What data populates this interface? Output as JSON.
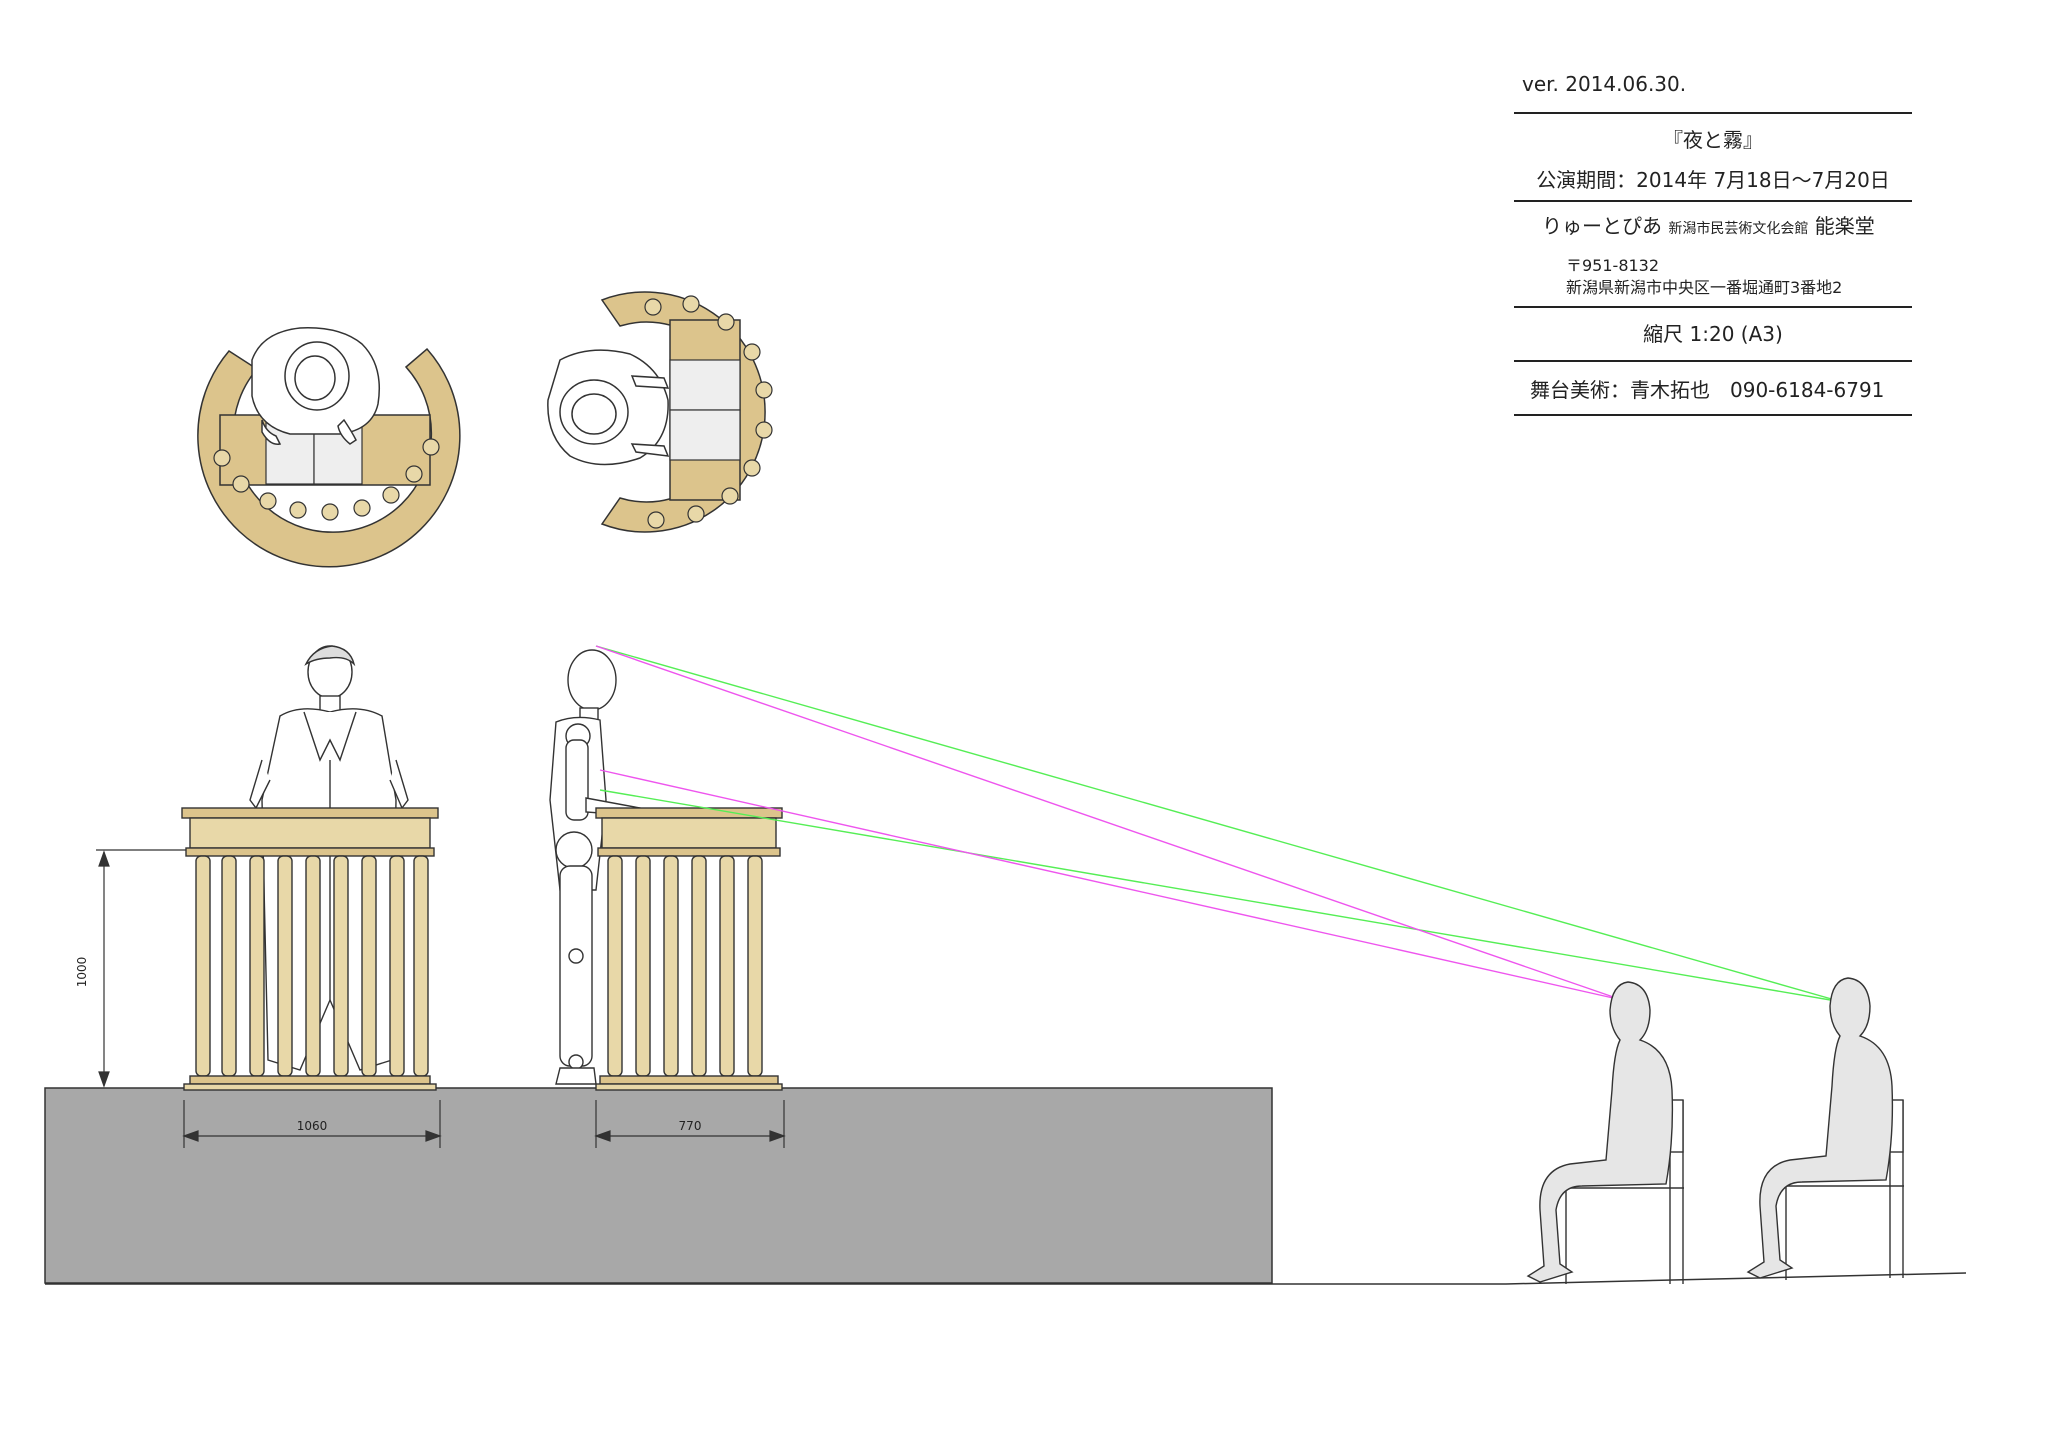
{
  "title_block": {
    "version": "ver. 2014.06.30.",
    "title": "『夜と霧』",
    "period": "公演期間：2014年 7月18日〜7月20日",
    "venue_name": "りゅーとぴあ",
    "venue_full": "新潟市民芸術文化会館",
    "venue_hall": "能楽堂",
    "postal": "〒951-8132",
    "address": "新潟県新潟市中央区一番堀通町3番地2",
    "scale": "縮尺 1:20 (A3)",
    "designer": "舞台美術：青木拓也　090-6184-6791"
  },
  "dimensions": {
    "height": "1000",
    "width_left": "1060",
    "width_right": "770"
  },
  "colors": {
    "podium_fill": "#e8d8a8",
    "podium_top_fill": "#dcc48c",
    "stage_fill": "#a8a8a8",
    "sightline_green": "#55ee55",
    "sightline_magenta": "#ee55ee",
    "line": "#333333"
  }
}
